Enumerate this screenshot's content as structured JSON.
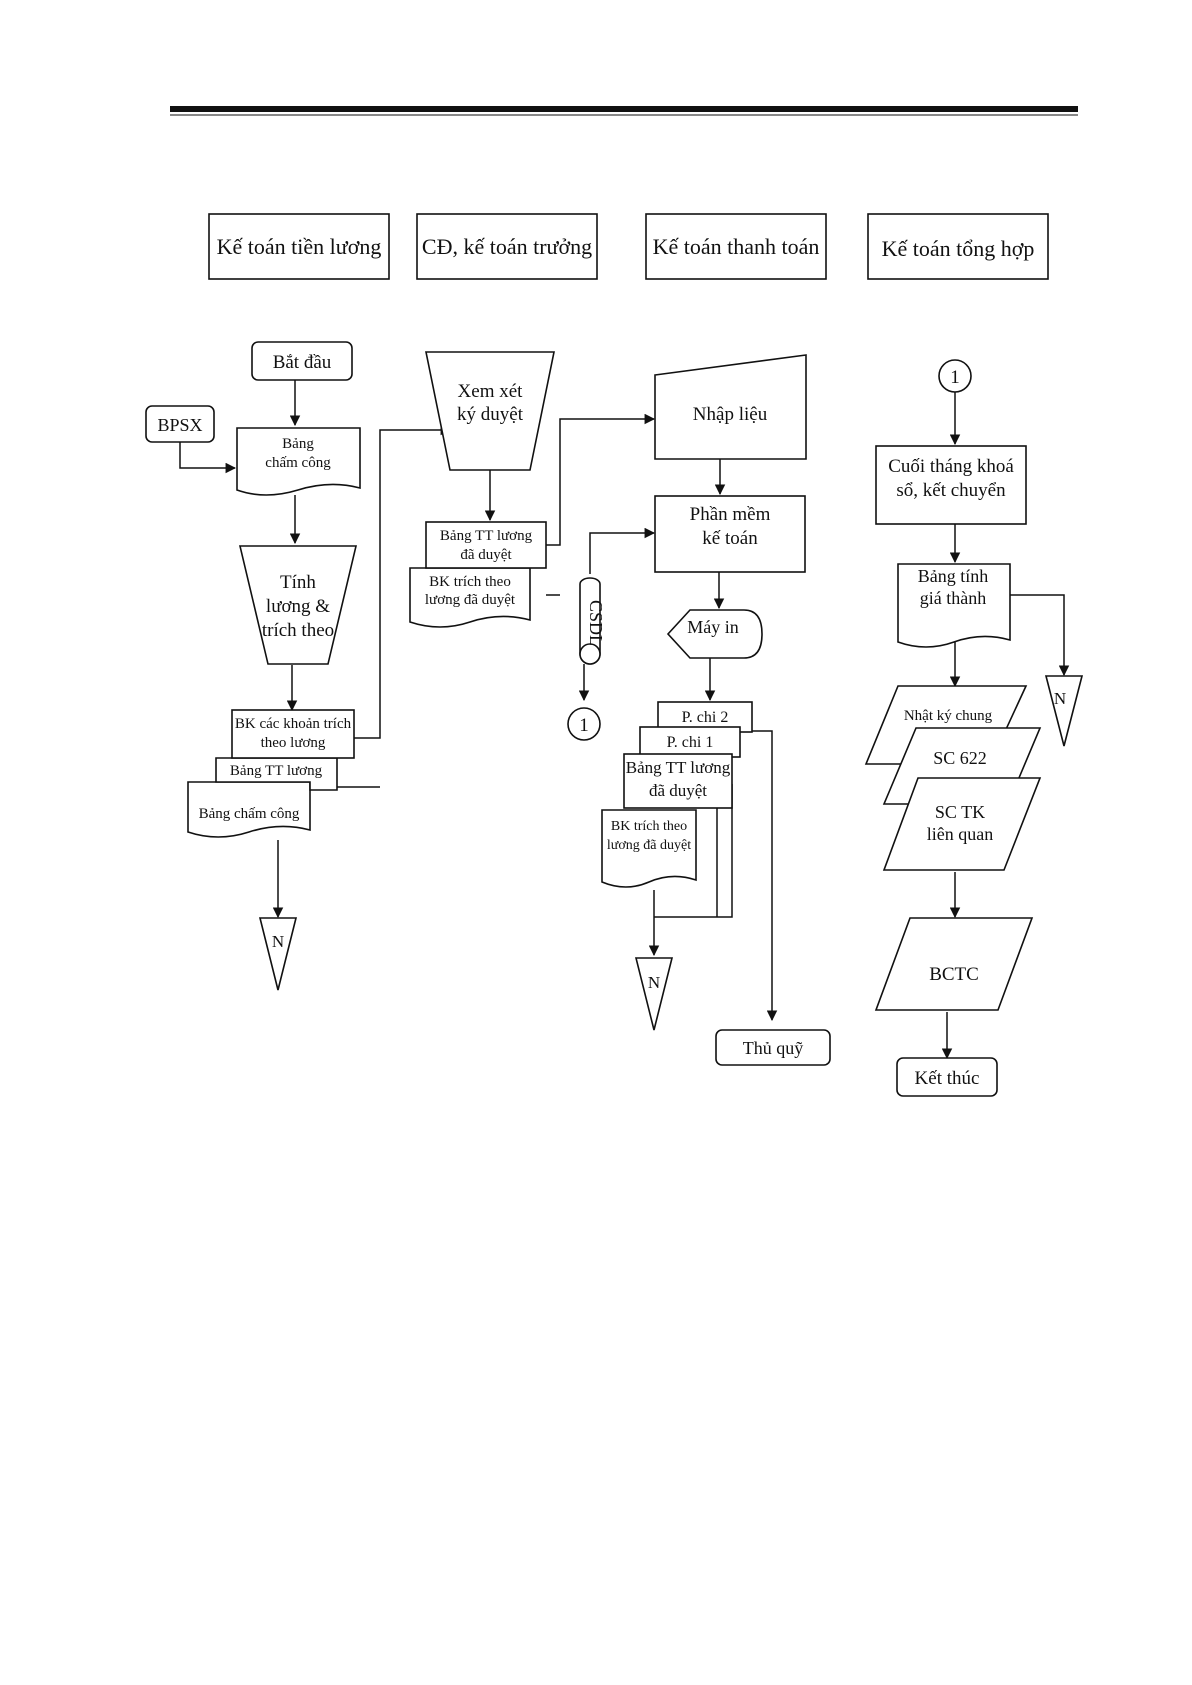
{
  "lanes": [
    "Kế toán tiền lương",
    "CĐ, kế toán trưởng",
    "Kế toán thanh toán",
    "Kế toán tổng hợp"
  ],
  "nodes": {
    "start": "Bắt đầu",
    "bpsx": "BPSX",
    "bang_cham_cong": [
      "Bảng",
      "chấm công"
    ],
    "tinh_luong": [
      "Tính",
      "lương &",
      "trích theo"
    ],
    "bk_cac_khoan": [
      "BK các khoản trích",
      "theo lương"
    ],
    "bang_tt_luong": "Bảng TT lương",
    "bang_cham_cong_2": "Bảng chấm công",
    "store_n": "N",
    "xem_xet": [
      "Xem xét",
      "ký duyệt"
    ],
    "bang_tt_da_duyet": [
      "Bảng TT lương",
      "đã duyệt"
    ],
    "bk_trich_da_duyet": [
      "BK trích theo",
      "lương đã duyệt"
    ],
    "nhap_lieu": "Nhập liệu",
    "phan_mem": [
      "Phần mềm",
      "kế toán"
    ],
    "csdl": "CSDL",
    "connector_1": "1",
    "may_in": "Máy in",
    "p_chi_2": "P. chi 2",
    "p_chi_1": "P. chi 1",
    "bang_tt_da_duyet_2": [
      "Bảng TT lương",
      "đã duyệt"
    ],
    "bk_trich_da_duyet_2": [
      "BK trích theo",
      "lương đã duyệt"
    ],
    "thu_quy": "Thủ quỹ",
    "cuoi_thang": [
      "Cuối tháng khoá",
      "sổ, kết chuyển"
    ],
    "bang_tinh_gia_thanh": [
      "Bảng tính",
      "giá thành"
    ],
    "nhat_ky_chung": "Nhật ký chung",
    "sc_622": "SC 622",
    "sc_tk": [
      "SC TK",
      "liên quan"
    ],
    "bctc": "BCTC",
    "ket_thuc": "Kết thúc"
  }
}
